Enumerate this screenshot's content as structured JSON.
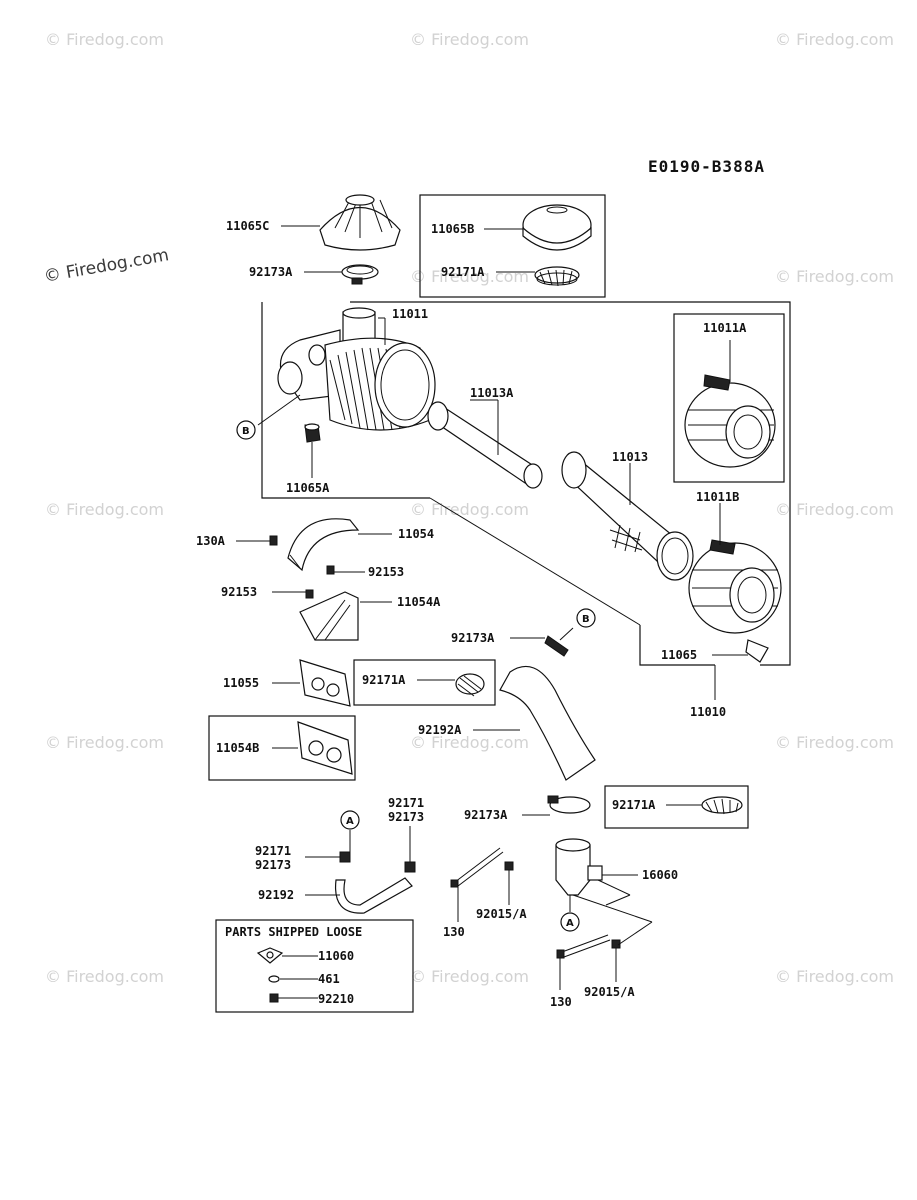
{
  "diagram_code": "E0190-B388A",
  "watermark": "© Firedog.com",
  "loose_box_title": "PARTS SHIPPED LOOSE",
  "callouts": {
    "c_A": "A",
    "c_B": "B"
  },
  "labels": {
    "p11065C": "11065C",
    "p92173A_top": "92173A",
    "p11065B": "11065B",
    "p92171A_top": "92171A",
    "p11011": "11011",
    "p11011A": "11011A",
    "p11013A": "11013A",
    "p11013": "11013",
    "p11011B": "11011B",
    "p11065A": "11065A",
    "p11065": "11065",
    "p11010": "11010",
    "p130A": "130A",
    "p11054": "11054",
    "p92153_r": "92153",
    "p92153_l": "92153",
    "p11054A": "11054A",
    "p92173A_mid": "92173A",
    "p11055": "11055",
    "p92171A_mid": "92171A",
    "p11054B": "11054B",
    "p92192A": "92192A",
    "p92171_r": "92171",
    "p92173_r": "92173",
    "p92173A_low": "92173A",
    "p92171A_low": "92171A",
    "p92171_l": "92171",
    "p92173_l": "92173",
    "p16060": "16060",
    "p92192": "92192",
    "p92015A_1": "92015/A",
    "p130_1": "130",
    "p11060": "11060",
    "p461": "461",
    "p92210": "92210",
    "p130_2": "130",
    "p92015A_2": "92015/A"
  }
}
